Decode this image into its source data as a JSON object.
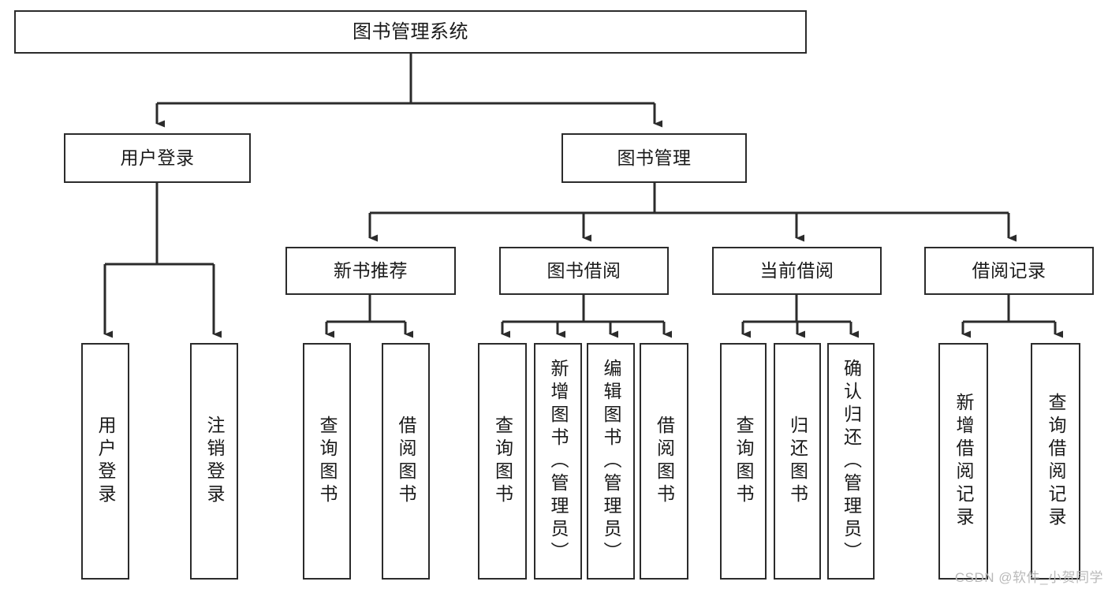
{
  "diagram": {
    "title": "图书管理系统",
    "watermark": "CSDN @软件_小贺同学",
    "colors": {
      "stroke": "#2b2b2b",
      "fill": "#ffffff",
      "text": "#1a1a1a",
      "watermark": "#b9b9b9"
    },
    "nodes": {
      "root": {
        "label": "图书管理系统"
      },
      "level2": [
        {
          "label": "用户登录"
        },
        {
          "label": "图书管理"
        }
      ],
      "level3": [
        {
          "label": "新书推荐"
        },
        {
          "label": "图书借阅"
        },
        {
          "label": "当前借阅"
        },
        {
          "label": "借阅记录"
        }
      ],
      "leaves": {
        "user_login": [
          {
            "label": "用户登录"
          },
          {
            "label": "注销登录"
          }
        ],
        "new_book_recommend": [
          {
            "label": "查询图书"
          },
          {
            "label": "借阅图书"
          }
        ],
        "book_borrow": [
          {
            "label": "查询图书"
          },
          {
            "label": "新增图书（管理员）"
          },
          {
            "label": "编辑图书（管理员）"
          },
          {
            "label": "借阅图书"
          }
        ],
        "current_borrow": [
          {
            "label": "查询图书"
          },
          {
            "label": "归还图书"
          },
          {
            "label": "确认归还（管理员）"
          }
        ],
        "borrow_record": [
          {
            "label": "新增借阅记录"
          },
          {
            "label": "查询借阅记录"
          }
        ]
      }
    }
  }
}
